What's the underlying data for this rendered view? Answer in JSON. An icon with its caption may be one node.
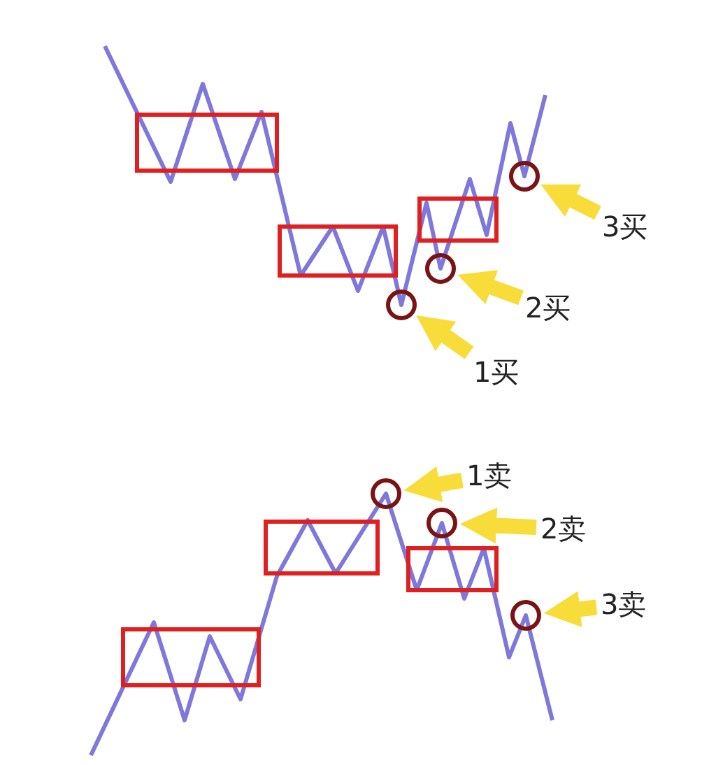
{
  "diagram": {
    "nodes": [
      {
        "text": [],
        "shape": "circle"
      },
      {
        "text": [],
        "shape": "circle"
      },
      {
        "text": [],
        "shape": "circle"
      },
      {
        "text": [
          "1买"
        ]
      },
      {
        "text": [
          "2买"
        ]
      },
      {
        "text": [
          "3买"
        ]
      },
      {
        "text": [],
        "shape": "circle"
      },
      {
        "text": [],
        "shape": "circle"
      },
      {
        "text": [],
        "shape": "circle"
      },
      {
        "text": [
          "1卖"
        ]
      },
      {
        "text": [
          "2卖"
        ]
      },
      {
        "text": [
          "3卖"
        ]
      }
    ],
    "edges": [
      {
        "from": 3,
        "to": 0,
        "arrow": "to"
      },
      {
        "from": 4,
        "to": 1,
        "arrow": "to"
      },
      {
        "from": 5,
        "to": 2,
        "arrow": "to"
      },
      {
        "from": 9,
        "to": 6,
        "arrow": "to"
      },
      {
        "from": 10,
        "to": 7,
        "arrow": "to"
      },
      {
        "from": 11,
        "to": 8,
        "arrow": "to"
      }
    ]
  }
}
